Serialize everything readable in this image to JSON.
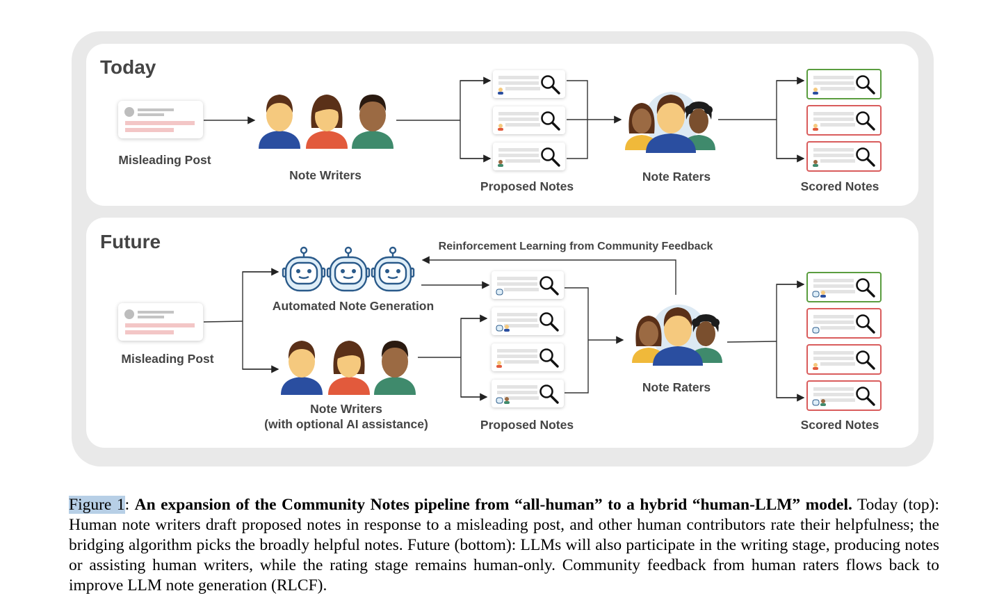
{
  "today": {
    "title": "Today",
    "misleading_post": "Misleading Post",
    "note_writers": "Note Writers",
    "proposed_notes": "Proposed Notes",
    "note_raters": "Note Raters",
    "scored_notes": "Scored Notes"
  },
  "future": {
    "title": "Future",
    "rlcf": "Reinforcement Learning from Community Feedback",
    "automated": "Automated Note Generation",
    "misleading_post": "Misleading Post",
    "note_writers": "Note Writers",
    "note_writers_sub": "(with optional AI assistance)",
    "proposed_notes": "Proposed Notes",
    "note_raters": "Note Raters",
    "scored_notes": "Scored Notes"
  },
  "colors": {
    "skin_light": "#f5c97e",
    "skin_dark": "#9b6a43",
    "hair": "#5a3018",
    "shirt_blue": "#2a4ea0",
    "shirt_orange": "#e25a3c",
    "shirt_green": "#3f8a6c",
    "robot_stroke": "#2a5a8a",
    "robot_face": "#dfeef8",
    "score_green": "#5a9d3f",
    "score_red": "#d95c5c"
  },
  "caption": {
    "fig_label": "Figure 1",
    "colon": ":",
    "title": "An expansion of the Community Notes pipeline from “all-human” to a hybrid “human-LLM” model.",
    "body": "Today (top): Human note writers draft proposed notes in response to a misleading post, and other human contributors rate their helpfulness; the bridging algorithm picks the broadly helpful notes.  Future (bottom): LLMs will also participate in the writing stage, producing notes or assisting human writers, while the rating stage remains human-only. Community feedback from human raters flows back to improve LLM note generation (RLCF)."
  }
}
